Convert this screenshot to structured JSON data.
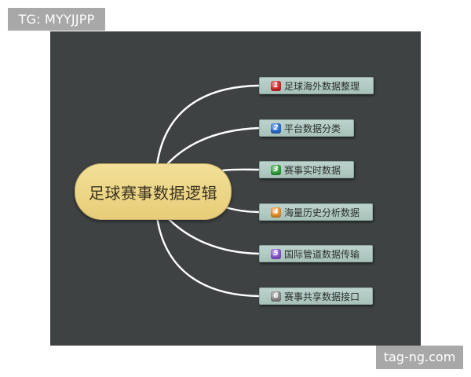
{
  "watermarks": {
    "top_left": "TG: MYYJJPP",
    "bottom_right": "tag-ng.com"
  },
  "mindmap": {
    "central_topic": "足球赛事数据逻辑",
    "branches": [
      {
        "number": "1",
        "label": "足球海外数据整理",
        "badge_color": "#d8262a",
        "badge_icon": "priority-1-icon"
      },
      {
        "number": "2",
        "label": "平台数据分类",
        "badge_color": "#2a6fd6",
        "badge_icon": "priority-2-icon"
      },
      {
        "number": "3",
        "label": "赛事实时数据",
        "badge_color": "#2fa33a",
        "badge_icon": "priority-3-icon"
      },
      {
        "number": "4",
        "label": "海量历史分析数据",
        "badge_color": "#f0932b",
        "badge_icon": "priority-4-icon"
      },
      {
        "number": "5",
        "label": "国际管道数据传输",
        "badge_color": "#8a55d8",
        "badge_icon": "priority-5-icon"
      },
      {
        "number": "6",
        "label": "赛事共享数据接口",
        "badge_color": "#8c8c8c",
        "badge_icon": "priority-6-icon"
      }
    ]
  },
  "colors": {
    "canvas_background": "#3e4243",
    "central_topic_fill": "#ecd585",
    "branch_fill": "#b3cbc3",
    "connector": "#ffffff",
    "watermark_background": "#a8a8a8"
  }
}
